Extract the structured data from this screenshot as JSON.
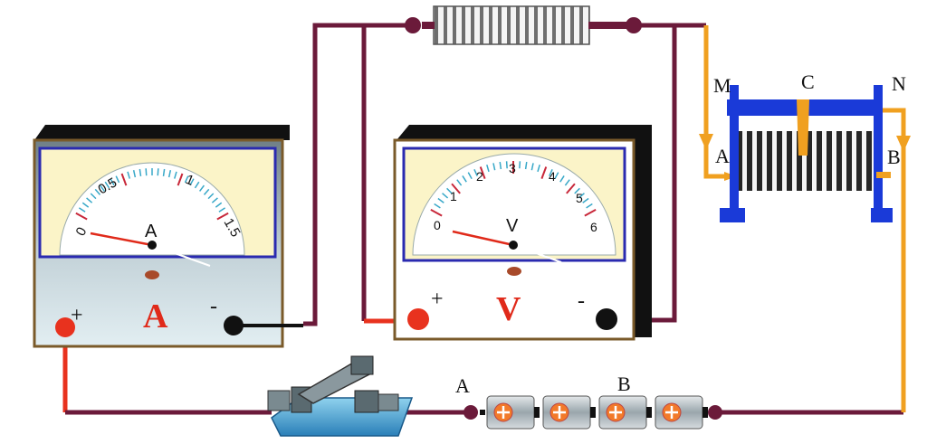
{
  "ammeter": {
    "dial_symbol": "A",
    "letter": "A",
    "plus": "+",
    "minus": "-",
    "scale_labels": [
      "0",
      "0.5",
      "1",
      "1.5"
    ],
    "needle_reading": 0,
    "scale_max": 1.5
  },
  "voltmeter": {
    "dial_symbol": "V",
    "letter": "V",
    "plus": "+",
    "minus": "-",
    "scale_labels": [
      "0",
      "1",
      "2",
      "3",
      "4",
      "5",
      "6"
    ],
    "needle_reading": 0,
    "scale_max": 6
  },
  "rheostat": {
    "label_m": "M",
    "label_n": "N",
    "label_c": "C",
    "label_a": "A",
    "label_b": "B"
  },
  "battery": {
    "label_a": "A",
    "label_b": "B",
    "cells": 4
  },
  "colors": {
    "wire_main": "#6b1a3a",
    "wire_plus": "#e8321e",
    "wire_minus": "#111111",
    "wire_rheostat": "#f0a020",
    "meter_face": "#fbf4c8",
    "meter_frame": "#2a2ab0",
    "letter_red": "#e02a1a",
    "rheostat_blue": "#1a3ad8"
  }
}
